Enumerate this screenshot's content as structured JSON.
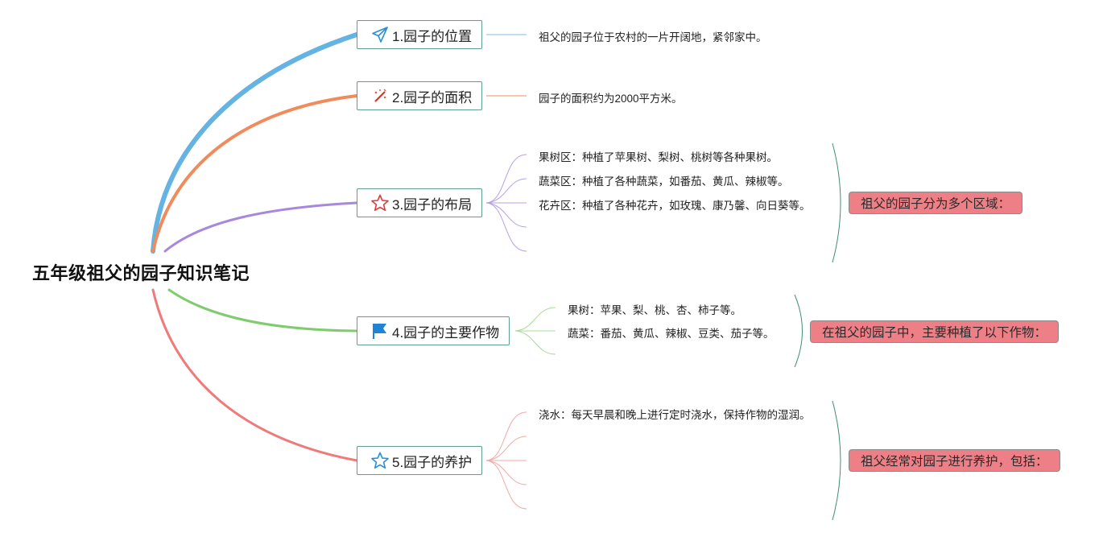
{
  "root": {
    "title": "五年级祖父的园子知识笔记"
  },
  "colors": {
    "branch1": "#64b3e3",
    "branch2": "#f08b5b",
    "branch3": "#a788dc",
    "branch4": "#7fcc6e",
    "branch5": "#ee7b79",
    "summary_fill": "#ef7f86",
    "topic_border": "#5e9e8e",
    "brace": "#3e8f6f"
  },
  "topics": [
    {
      "label": "1.园子的位置",
      "icon": "paper-plane-icon"
    },
    {
      "label": "2.园子的面积",
      "icon": "magic-wand-icon"
    },
    {
      "label": "3.园子的布局",
      "icon": "star-outline-icon"
    },
    {
      "label": "4.园子的主要作物",
      "icon": "flag-icon"
    },
    {
      "label": "5.园子的养护",
      "icon": "star-outline-icon"
    }
  ],
  "details": {
    "location": "祖父的园子位于农村的一片开阔地，紧邻家中。",
    "area": "园子的面积约为2000平方米。",
    "layout": [
      "果树区：种植了苹果树、梨树、桃树等各种果树。",
      "蔬菜区：种植了各种蔬菜，如番茄、黄瓜、辣椒等。",
      "花卉区：种植了各种花卉，如玫瑰、康乃馨、向日葵等。"
    ],
    "crops": [
      "果树：苹果、梨、桃、杏、柿子等。",
      "蔬菜：番茄、黄瓜、辣椒、豆类、茄子等。"
    ],
    "care": [
      "浇水：每天早晨和晚上进行定时浇水，保持作物的湿润。"
    ]
  },
  "summaries": {
    "layout": "祖父的园子分为多个区域：",
    "crops": "在祖父的园子中，主要种植了以下作物：",
    "care": "祖父经常对园子进行养护，包括："
  }
}
